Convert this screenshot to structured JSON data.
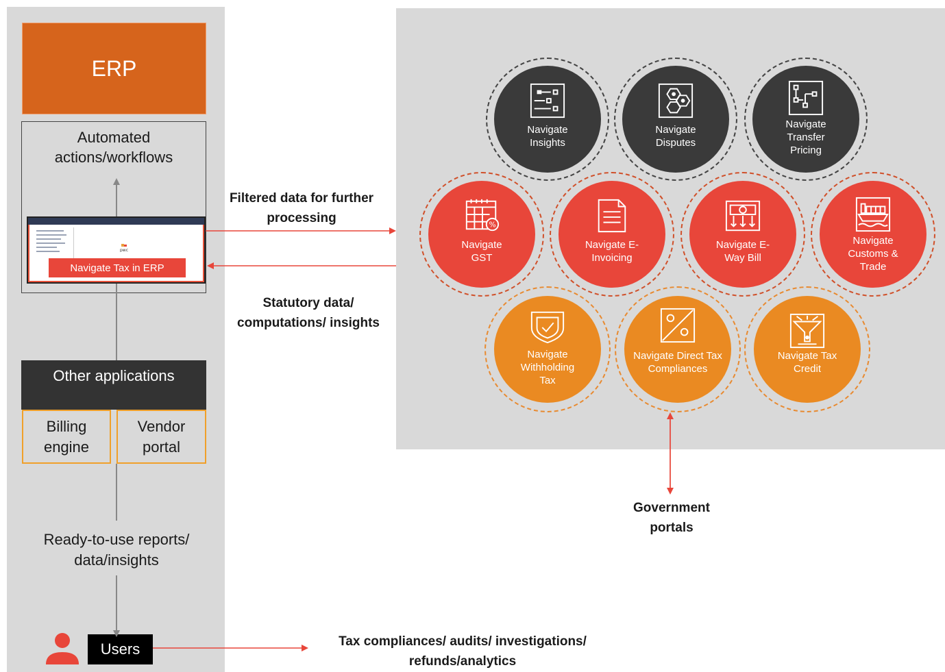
{
  "erp": {
    "title": "ERP"
  },
  "automated": {
    "title": "Automated actions/workflows"
  },
  "screen": {
    "button_label": "Navigate Tax in ERP"
  },
  "other_apps": {
    "title": "Other applications",
    "billing": "Billing engine",
    "vendor": "Vendor portal"
  },
  "reports": {
    "label": "Ready-to-use reports/ data/insights"
  },
  "users": {
    "label": "Users"
  },
  "flows": {
    "filtered": "Filtered data for further processing",
    "statutory": "Statutory data/ computations/ insights",
    "government": "Government portals",
    "compliance": "Tax compliances/ audits/ investigations/ refunds/analytics"
  },
  "modules": {
    "insights": "Navigate Insights",
    "disputes": "Navigate Disputes",
    "transfer_pricing": "Navigate Transfer Pricing",
    "gst": "Navigate GST",
    "einvoicing": "Navigate E-Invoicing",
    "eway": "Navigate E-Way Bill",
    "customs": "Navigate Customs & Trade",
    "withholding": "Navigate Withholding Tax",
    "direct_tax": "Navigate Direct Tax Compliances",
    "tax_credit": "Navigate Tax Credit"
  },
  "colors": {
    "dark": "#3a3a3a",
    "red": "#e8463a",
    "orange": "#ea8a22",
    "erp_orange": "#d6641c",
    "arrow_red": "#e8463a",
    "panel_gray": "#d9d9d9"
  }
}
